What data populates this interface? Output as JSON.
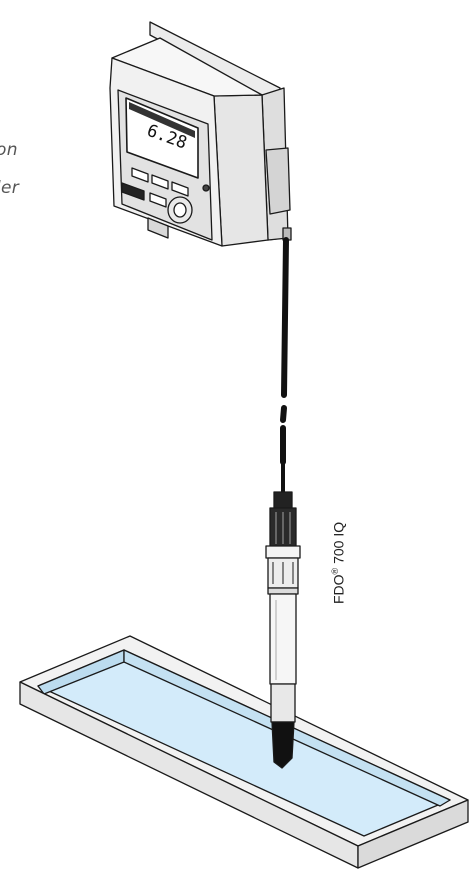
{
  "side_text": {
    "line1": "on",
    "line2": "ler"
  },
  "device": {
    "display_reading": "6.28"
  },
  "probe": {
    "label_main": "FDO",
    "label_reg": "®",
    "label_rest": " 700 IQ"
  },
  "colors": {
    "water": "#d3ebfa",
    "outline": "#1a1a1a",
    "housing": "#f2f2f2",
    "panel": "#e4e4e4",
    "cable": "#111111"
  }
}
